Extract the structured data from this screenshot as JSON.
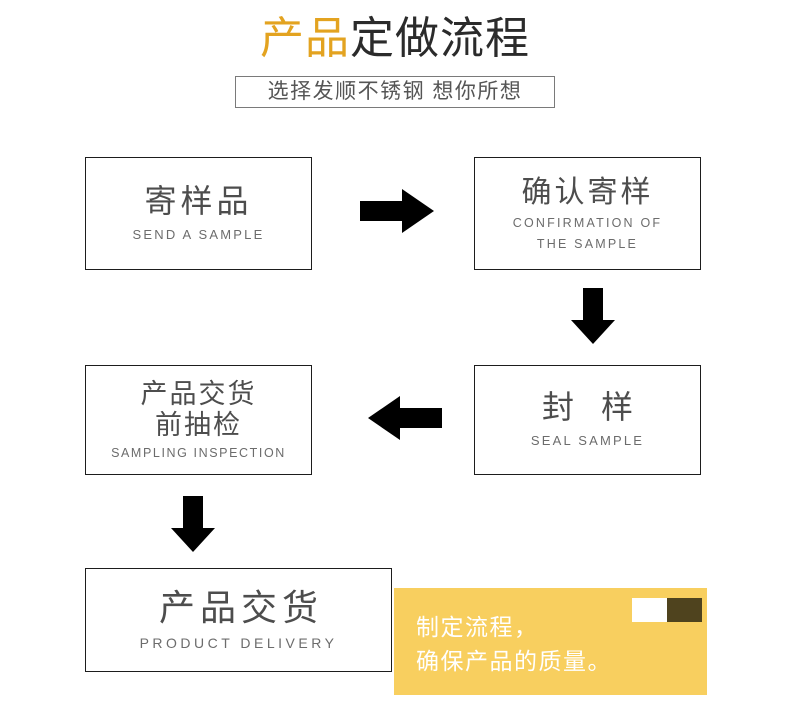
{
  "header": {
    "title_accent": "产品",
    "title_plain": "定做流程",
    "subtitle": "选择发顺不锈钢 想你所想"
  },
  "flow": {
    "steps": [
      {
        "cn": "寄样品",
        "cn_line2": "",
        "en": "SEND A SAMPLE",
        "en_line2": ""
      },
      {
        "cn": "确认寄样",
        "cn_line2": "",
        "en": "CONFIRMATION OF",
        "en_line2": "THE SAMPLE"
      },
      {
        "cn": "封 样",
        "cn_line2": "",
        "en": "SEAL SAMPLE",
        "en_line2": ""
      },
      {
        "cn": "产品交货",
        "cn_line2": "前抽检",
        "en": "SAMPLING INSPECTION",
        "en_line2": ""
      },
      {
        "cn": "产品交货",
        "cn_line2": "",
        "en": "PRODUCT DELIVERY",
        "en_line2": ""
      }
    ],
    "arrows": [
      {
        "name": "arrow-right-icon",
        "direction": "right"
      },
      {
        "name": "arrow-down-icon",
        "direction": "down"
      },
      {
        "name": "arrow-left-icon",
        "direction": "left"
      },
      {
        "name": "arrow-down-icon",
        "direction": "down"
      }
    ]
  },
  "promo": {
    "line1": "制定流程，",
    "line2": "确保产品的质量。"
  },
  "colors": {
    "accent_gold": "#e3a320",
    "banner_yellow": "#f8cf5f",
    "swatch_light": "#ffffff",
    "swatch_dark": "#4f431e",
    "box_border": "#1d1d1d",
    "text_dark": "#2b2b2b",
    "text_gray": "#4d4d4d",
    "text_gray_light": "#6c6c6c"
  }
}
